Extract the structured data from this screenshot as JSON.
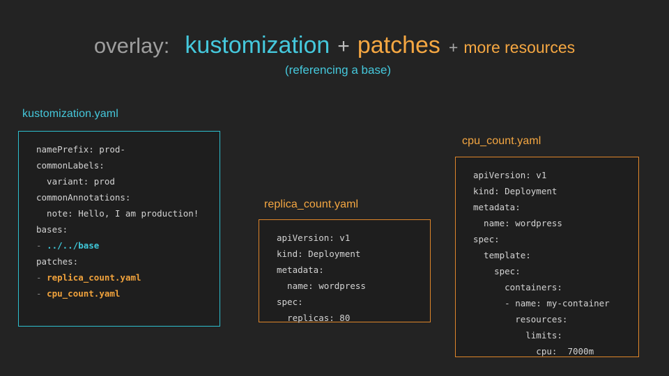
{
  "heading": {
    "overlay_label": "overlay:",
    "kustomization_word": "kustomization",
    "plus_1": "+",
    "patches_word": "patches",
    "plus_2": "+",
    "more_resources": "more resources",
    "subtitle": "(referencing a base)",
    "colors": {
      "gray": "#9e9e9e",
      "cyan": "#45c8dc",
      "orange": "#f5a742",
      "background": "#232323"
    }
  },
  "panels": [
    {
      "id": "kustomization",
      "label": "kustomization.yaml",
      "label_color": "#45c8dc",
      "border_color": "#2dbfcf",
      "lines": [
        [
          {
            "t": "namePrefix: prod-",
            "c": "plain"
          }
        ],
        [
          {
            "t": "commonLabels:",
            "c": "plain"
          }
        ],
        [
          {
            "t": "  variant: prod",
            "c": "plain"
          }
        ],
        [
          {
            "t": "commonAnnotations:",
            "c": "plain"
          }
        ],
        [
          {
            "t": "  note: Hello, I am production!",
            "c": "plain"
          }
        ],
        [
          {
            "t": "bases:",
            "c": "plain"
          }
        ],
        [
          {
            "t": "- ",
            "c": "dash"
          },
          {
            "t": "../../base",
            "c": "cyan"
          }
        ],
        [
          {
            "t": "patches:",
            "c": "plain"
          }
        ],
        [
          {
            "t": "- ",
            "c": "dash"
          },
          {
            "t": "replica_count.yaml",
            "c": "orange"
          }
        ],
        [
          {
            "t": "- ",
            "c": "dash"
          },
          {
            "t": "cpu_count.yaml",
            "c": "orange"
          }
        ]
      ]
    },
    {
      "id": "replica",
      "label": "replica_count.yaml",
      "label_color": "#f5a742",
      "border_color": "#e0862a",
      "lines": [
        [
          {
            "t": "apiVersion: v1",
            "c": "plain"
          }
        ],
        [
          {
            "t": "kind: Deployment",
            "c": "plain"
          }
        ],
        [
          {
            "t": "metadata:",
            "c": "plain"
          }
        ],
        [
          {
            "t": "  name: wordpress",
            "c": "plain"
          }
        ],
        [
          {
            "t": "spec:",
            "c": "plain"
          }
        ],
        [
          {
            "t": "  replicas: 80",
            "c": "plain"
          }
        ]
      ]
    },
    {
      "id": "cpu",
      "label": "cpu_count.yaml",
      "label_color": "#f5a742",
      "border_color": "#e0862a",
      "lines": [
        [
          {
            "t": "apiVersion: v1",
            "c": "plain"
          }
        ],
        [
          {
            "t": "kind: Deployment",
            "c": "plain"
          }
        ],
        [
          {
            "t": "metadata:",
            "c": "plain"
          }
        ],
        [
          {
            "t": "  name: wordpress",
            "c": "plain"
          }
        ],
        [
          {
            "t": "spec:",
            "c": "plain"
          }
        ],
        [
          {
            "t": "  template:",
            "c": "plain"
          }
        ],
        [
          {
            "t": "    spec:",
            "c": "plain"
          }
        ],
        [
          {
            "t": "      containers:",
            "c": "plain"
          }
        ],
        [
          {
            "t": "      - name: my-container",
            "c": "plain"
          }
        ],
        [
          {
            "t": "        resources:",
            "c": "plain"
          }
        ],
        [
          {
            "t": "          limits:",
            "c": "plain"
          }
        ],
        [
          {
            "t": "            cpu:  7000m",
            "c": "plain"
          }
        ]
      ]
    }
  ]
}
